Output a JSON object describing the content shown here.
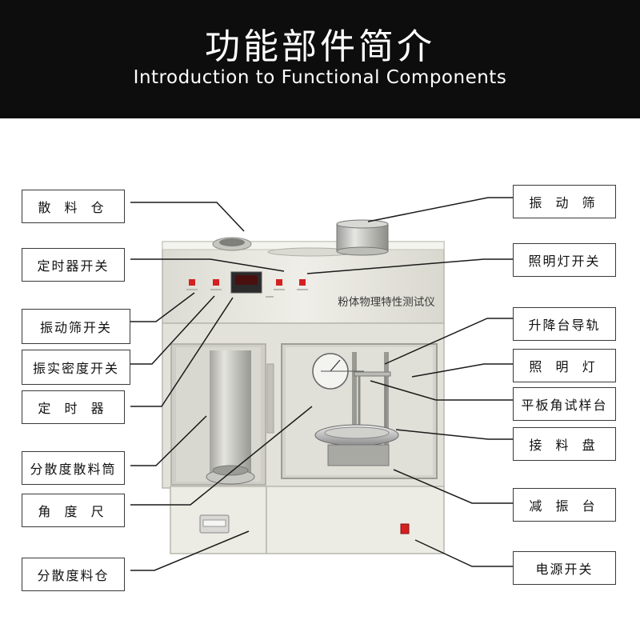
{
  "header": {
    "title": "功能部件简介",
    "subtitle": "Introduction to Functional Components"
  },
  "instrument": {
    "name": "粉体物理特性测试仪"
  },
  "labels_left": [
    "散 料 仓",
    "定时器开关",
    "振动筛开关",
    "振实密度开关",
    "定 时 器",
    "分散度散料筒",
    "角 度 尺",
    "分散度料仓"
  ],
  "labels_right": [
    "振 动 筛",
    "照明灯开关",
    "升降台导轨",
    "照 明 灯",
    "平板角试样台",
    "接 料 盘",
    "减 振 台",
    "电源开关"
  ],
  "colors": {
    "banner": "#0d0d0d",
    "body": "#ecebe4",
    "indicator": "#d42020",
    "leader": "#1a1a1a"
  }
}
